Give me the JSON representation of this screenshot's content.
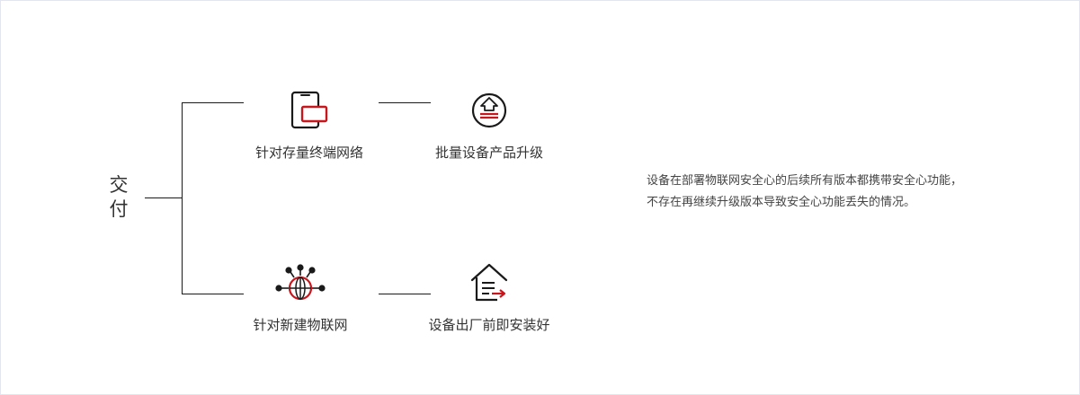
{
  "root": {
    "label": "交付",
    "chars": [
      "交",
      "付"
    ]
  },
  "branches": [
    {
      "start": {
        "label": "针对存量终端网络",
        "icon": "phone-card-icon"
      },
      "end": {
        "label": "批量设备产品升级",
        "icon": "circle-upload-icon"
      }
    },
    {
      "start": {
        "label": "针对新建物联网",
        "icon": "iot-network-globe-icon"
      },
      "end": {
        "label": "设备出厂前即安装好",
        "icon": "house-document-arrow-icon"
      }
    }
  ],
  "description": {
    "lines": [
      "设备在部署物联网安全心的后续所有版本都携带安全心功能，",
      "不存在再继续升级版本导致安全心功能丢失的情况。"
    ]
  },
  "colors": {
    "accent": "#c8161d",
    "line": "#1a1a1a",
    "text": "#333333",
    "border": "#e3e6ee"
  }
}
